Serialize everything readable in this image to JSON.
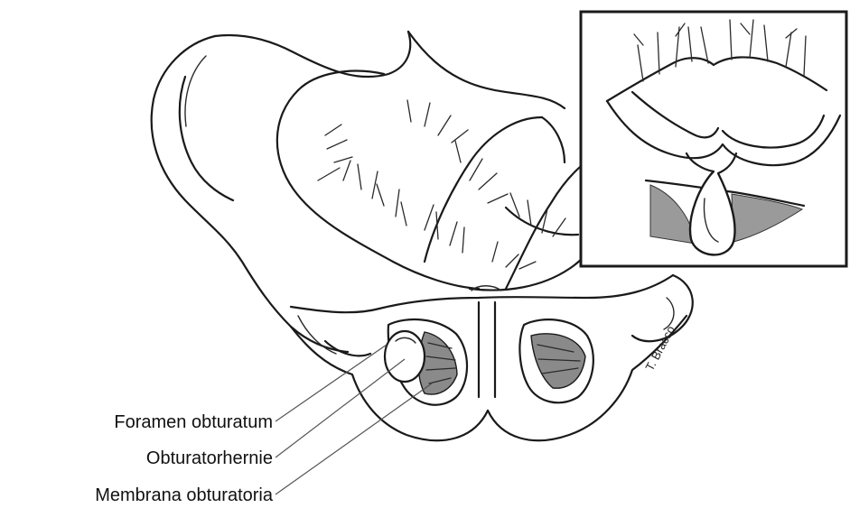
{
  "labels": {
    "foramen": "Foramen obturatum",
    "hernia": "Obturatorhernie",
    "membrana": "Membrana obturatoria"
  },
  "signature": "T. Bracco",
  "colors": {
    "ink": "#1a1a1a",
    "shade": "#7a7a7a",
    "background": "#ffffff"
  }
}
